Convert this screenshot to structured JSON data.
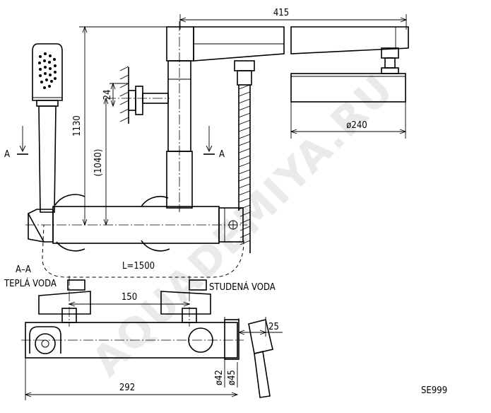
{
  "dimensions": {
    "width_overall": "415",
    "height_total": "1130",
    "height_inner": "(1040)",
    "bracket": "24",
    "head_diameter": "ø240",
    "hose_length": "L=1500",
    "spacing": "150",
    "body_length": "292",
    "tube_d1": "ø42",
    "tube_d2": "ø45",
    "offset": "25"
  },
  "labels": {
    "section_left": "A",
    "section_right": "A",
    "section_view": "A–A",
    "warm_water": "TEPLÁ VODA",
    "cold_water": "STUDENÁ VODA",
    "model": "SE999"
  },
  "watermark": "AQUADEMIYA.RU"
}
